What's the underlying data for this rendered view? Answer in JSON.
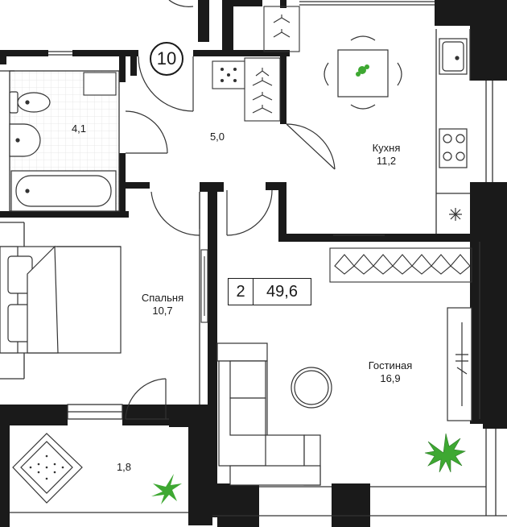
{
  "plan": {
    "unit_number": "10",
    "summary": {
      "rooms": "2",
      "total_area": "49,6"
    },
    "colors": {
      "wall": "#1a1a1a",
      "line": "#333333",
      "plant": "#3ea832",
      "background": "#ffffff"
    },
    "rooms": {
      "bathroom": {
        "area": "4,1"
      },
      "hall": {
        "area": "5,0"
      },
      "kitchen": {
        "name": "Кухня",
        "area": "11,2"
      },
      "bedroom": {
        "name": "Спальня",
        "area": "10,7"
      },
      "living": {
        "name": "Гостиная",
        "area": "16,9"
      },
      "balcony": {
        "area": "1,8"
      }
    },
    "icons": [
      "toilet-icon",
      "sink-icon",
      "bathtub-icon",
      "stove-icon",
      "kitchen-sink-icon",
      "dining-table-icon",
      "bed-icon",
      "sofa-icon",
      "coffee-table-icon",
      "tv-icon",
      "wardrobe-hangers-icon",
      "plant-icon",
      "armchair-icon",
      "fan-icon"
    ]
  }
}
